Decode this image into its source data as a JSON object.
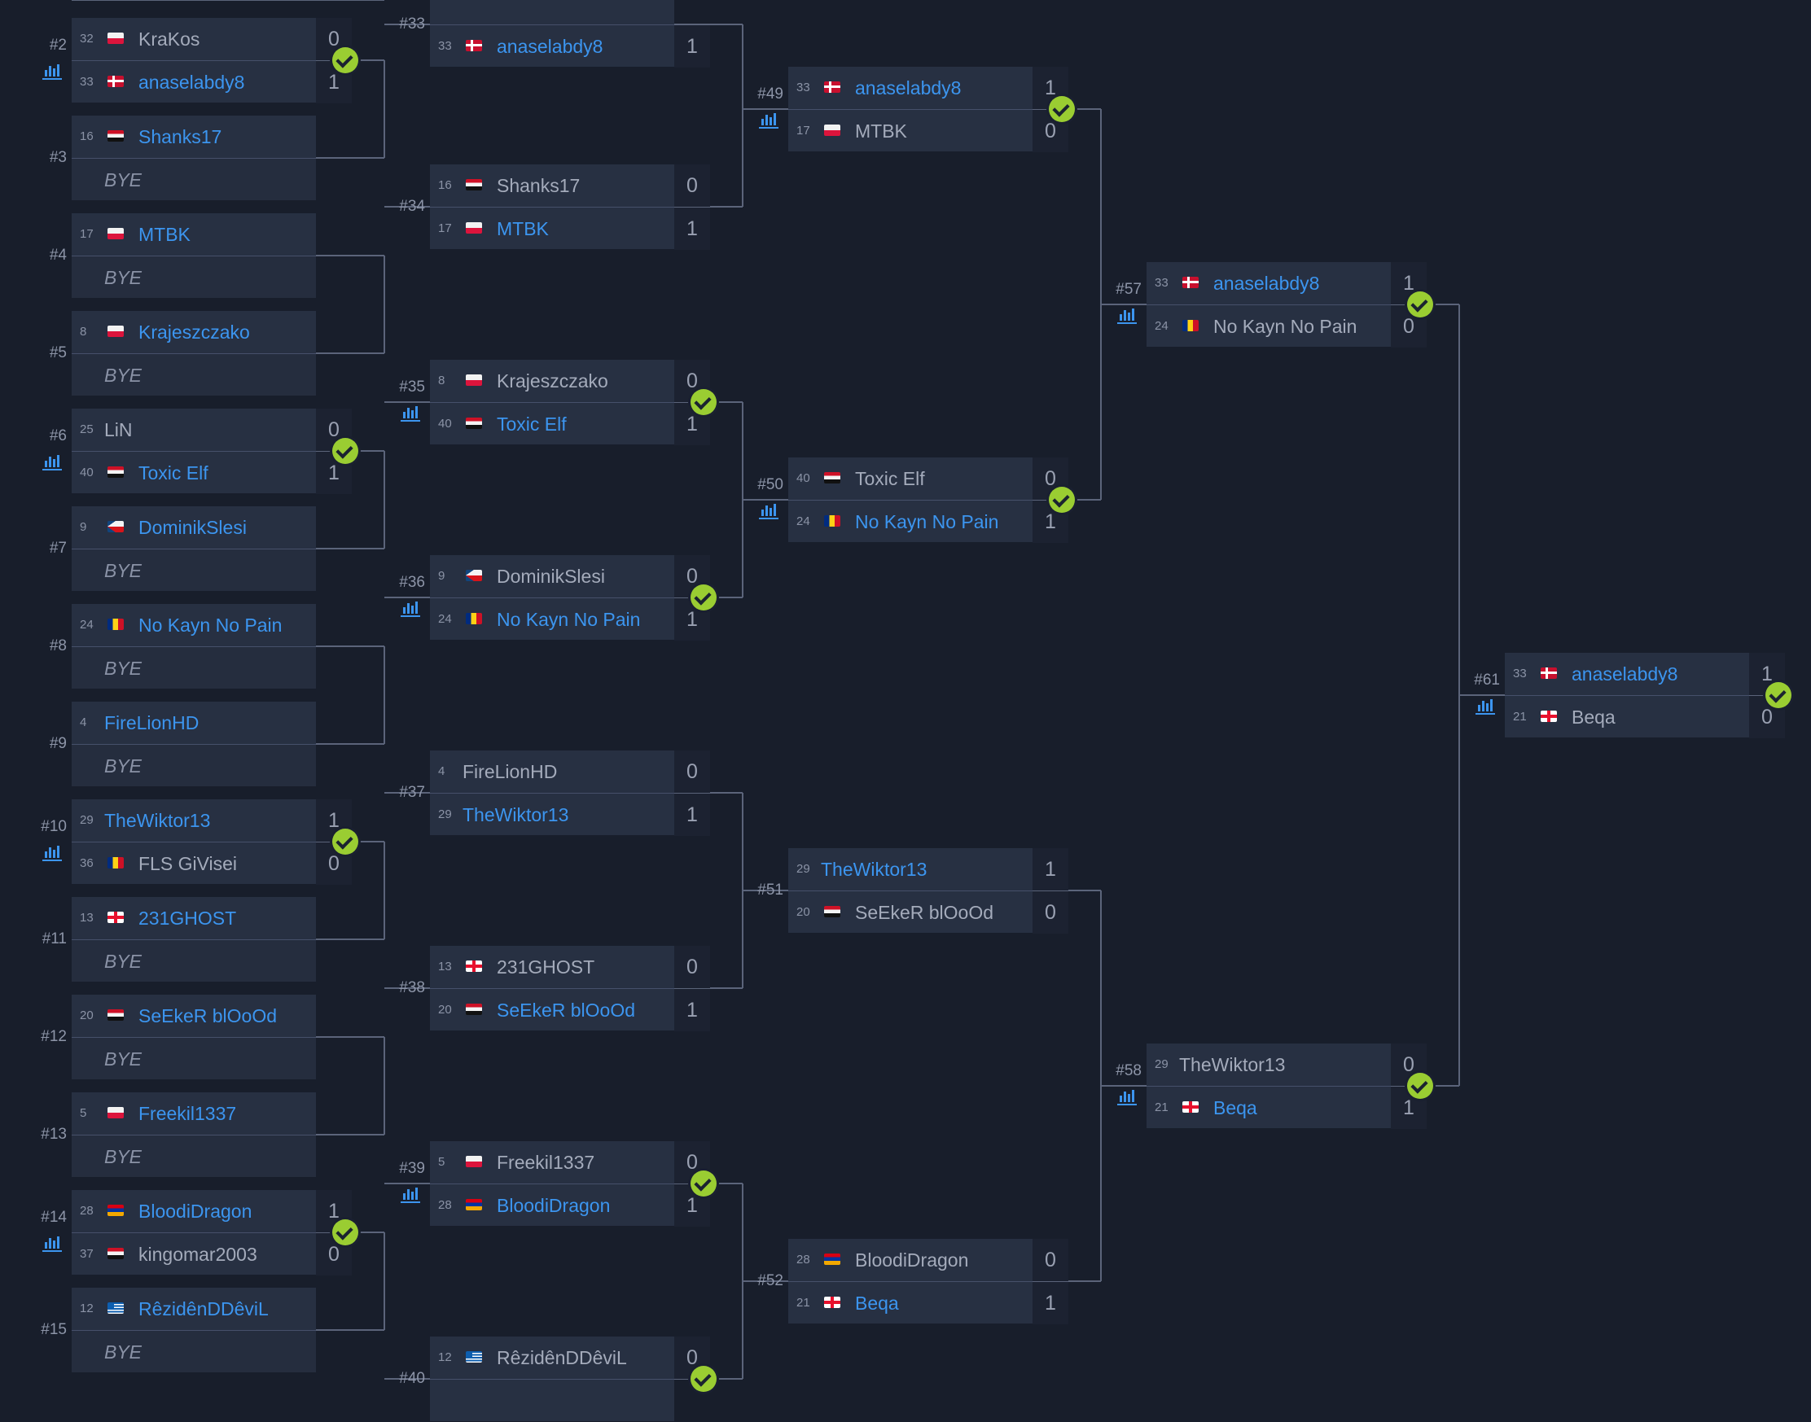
{
  "rounds": [
    {
      "matches": [
        {
          "label": "#2",
          "stats": true,
          "winner": 1,
          "p1": {
            "seed": "32",
            "flag": "pl",
            "name": "KraKos",
            "score": "0"
          },
          "p2": {
            "seed": "33",
            "flag": "dk",
            "name": "anaselabdy8",
            "score": "1"
          }
        },
        {
          "label": "#3",
          "stats": false,
          "winner": 0,
          "p1": {
            "seed": "16",
            "flag": "eg",
            "name": "Shanks17",
            "score": ""
          },
          "p2": {
            "bye": true,
            "name": "BYE"
          }
        },
        {
          "label": "#4",
          "stats": false,
          "winner": 0,
          "p1": {
            "seed": "17",
            "flag": "pl",
            "name": "MTBK",
            "score": ""
          },
          "p2": {
            "bye": true,
            "name": "BYE"
          }
        },
        {
          "label": "#5",
          "stats": false,
          "winner": 0,
          "p1": {
            "seed": "8",
            "flag": "pl",
            "name": "Krajeszczako",
            "score": ""
          },
          "p2": {
            "bye": true,
            "name": "BYE"
          }
        },
        {
          "label": "#6",
          "stats": true,
          "winner": 1,
          "p1": {
            "seed": "25",
            "flag": "",
            "name": "LiN",
            "score": "0"
          },
          "p2": {
            "seed": "40",
            "flag": "eg",
            "name": "Toxic Elf",
            "score": "1"
          }
        },
        {
          "label": "#7",
          "stats": false,
          "winner": 0,
          "p1": {
            "seed": "9",
            "flag": "cz",
            "name": "DominikSlesi",
            "score": ""
          },
          "p2": {
            "bye": true,
            "name": "BYE"
          }
        },
        {
          "label": "#8",
          "stats": false,
          "winner": 0,
          "p1": {
            "seed": "24",
            "flag": "ro",
            "name": "No Kayn No Pain",
            "score": ""
          },
          "p2": {
            "bye": true,
            "name": "BYE"
          }
        },
        {
          "label": "#9",
          "stats": false,
          "winner": 0,
          "p1": {
            "seed": "4",
            "flag": "",
            "name": "FireLionHD",
            "score": ""
          },
          "p2": {
            "bye": true,
            "name": "BYE"
          }
        },
        {
          "label": "#10",
          "stats": true,
          "winner": 0,
          "p1": {
            "seed": "29",
            "flag": "",
            "name": "TheWiktor13",
            "score": "1"
          },
          "p2": {
            "seed": "36",
            "flag": "ro",
            "name": "FLS GiVisei",
            "score": "0"
          }
        },
        {
          "label": "#11",
          "stats": false,
          "winner": 0,
          "p1": {
            "seed": "13",
            "flag": "ge",
            "name": "231GHOST",
            "score": ""
          },
          "p2": {
            "bye": true,
            "name": "BYE"
          }
        },
        {
          "label": "#12",
          "stats": false,
          "winner": 0,
          "p1": {
            "seed": "20",
            "flag": "eg",
            "name": "SeEkeR blOoOd",
            "score": ""
          },
          "p2": {
            "bye": true,
            "name": "BYE"
          }
        },
        {
          "label": "#13",
          "stats": false,
          "winner": 0,
          "p1": {
            "seed": "5",
            "flag": "pl",
            "name": "Freekil1337",
            "score": ""
          },
          "p2": {
            "bye": true,
            "name": "BYE"
          }
        },
        {
          "label": "#14",
          "stats": true,
          "winner": 0,
          "p1": {
            "seed": "28",
            "flag": "am",
            "name": "BloodiDragon",
            "score": "1"
          },
          "p2": {
            "seed": "37",
            "flag": "eg",
            "name": "kingomar2003",
            "score": "0"
          }
        },
        {
          "label": "#15",
          "stats": false,
          "winner": 0,
          "p1": {
            "seed": "12",
            "flag": "gr",
            "name": "RêzidênDDêviL",
            "score": ""
          },
          "p2": {
            "bye": true,
            "name": "BYE"
          }
        }
      ]
    },
    {
      "matches": [
        {
          "label": "#33",
          "stats": false,
          "winner": 1,
          "p1": {
            "seed": "",
            "flag": "",
            "name": "",
            "score": ""
          },
          "p2": {
            "seed": "33",
            "flag": "dk",
            "name": "anaselabdy8",
            "score": "1"
          }
        },
        {
          "label": "#34",
          "stats": false,
          "winner": 1,
          "p1": {
            "seed": "16",
            "flag": "eg",
            "name": "Shanks17",
            "score": "0"
          },
          "p2": {
            "seed": "17",
            "flag": "pl",
            "name": "MTBK",
            "score": "1"
          }
        },
        {
          "label": "#35",
          "stats": true,
          "winner": 1,
          "p1": {
            "seed": "8",
            "flag": "pl",
            "name": "Krajeszczako",
            "score": "0"
          },
          "p2": {
            "seed": "40",
            "flag": "eg",
            "name": "Toxic Elf",
            "score": "1"
          }
        },
        {
          "label": "#36",
          "stats": true,
          "winner": 1,
          "p1": {
            "seed": "9",
            "flag": "cz",
            "name": "DominikSlesi",
            "score": "0"
          },
          "p2": {
            "seed": "24",
            "flag": "ro",
            "name": "No Kayn No Pain",
            "score": "1"
          }
        },
        {
          "label": "#37",
          "stats": false,
          "winner": 1,
          "p1": {
            "seed": "4",
            "flag": "",
            "name": "FireLionHD",
            "score": "0"
          },
          "p2": {
            "seed": "29",
            "flag": "",
            "name": "TheWiktor13",
            "score": "1"
          }
        },
        {
          "label": "#38",
          "stats": false,
          "winner": 1,
          "p1": {
            "seed": "13",
            "flag": "ge",
            "name": "231GHOST",
            "score": "0"
          },
          "p2": {
            "seed": "20",
            "flag": "eg",
            "name": "SeEkeR blOoOd",
            "score": "1"
          }
        },
        {
          "label": "#39",
          "stats": true,
          "winner": 1,
          "p1": {
            "seed": "5",
            "flag": "pl",
            "name": "Freekil1337",
            "score": "0"
          },
          "p2": {
            "seed": "28",
            "flag": "am",
            "name": "BloodiDragon",
            "score": "1"
          }
        },
        {
          "label": "#40",
          "stats": false,
          "winner": 1,
          "p1": {
            "seed": "12",
            "flag": "gr",
            "name": "RêzidênDDêviL",
            "score": "0"
          },
          "p2": {
            "seed": "",
            "flag": "",
            "name": "",
            "score": ""
          }
        }
      ]
    },
    {
      "matches": [
        {
          "label": "#49",
          "stats": true,
          "winner": 0,
          "p1": {
            "seed": "33",
            "flag": "dk",
            "name": "anaselabdy8",
            "score": "1"
          },
          "p2": {
            "seed": "17",
            "flag": "pl",
            "name": "MTBK",
            "score": "0"
          }
        },
        {
          "label": "#50",
          "stats": true,
          "winner": 1,
          "p1": {
            "seed": "40",
            "flag": "eg",
            "name": "Toxic Elf",
            "score": "0"
          },
          "p2": {
            "seed": "24",
            "flag": "ro",
            "name": "No Kayn No Pain",
            "score": "1"
          }
        },
        {
          "label": "#51",
          "stats": false,
          "winner": 0,
          "p1": {
            "seed": "29",
            "flag": "",
            "name": "TheWiktor13",
            "score": "1"
          },
          "p2": {
            "seed": "20",
            "flag": "eg",
            "name": "SeEkeR blOoOd",
            "score": "0"
          }
        },
        {
          "label": "#52",
          "stats": false,
          "winner": 1,
          "p1": {
            "seed": "28",
            "flag": "am",
            "name": "BloodiDragon",
            "score": "0"
          },
          "p2": {
            "seed": "21",
            "flag": "ge",
            "name": "Beqa",
            "score": "1"
          }
        }
      ]
    },
    {
      "matches": [
        {
          "label": "#57",
          "stats": true,
          "winner": 0,
          "p1": {
            "seed": "33",
            "flag": "dk",
            "name": "anaselabdy8",
            "score": "1"
          },
          "p2": {
            "seed": "24",
            "flag": "ro",
            "name": "No Kayn No Pain",
            "score": "0"
          }
        },
        {
          "label": "#58",
          "stats": true,
          "winner": 1,
          "p1": {
            "seed": "29",
            "flag": "",
            "name": "TheWiktor13",
            "score": "0"
          },
          "p2": {
            "seed": "21",
            "flag": "ge",
            "name": "Beqa",
            "score": "1"
          }
        }
      ]
    },
    {
      "matches": [
        {
          "label": "#61",
          "stats": true,
          "winner": 0,
          "p1": {
            "seed": "33",
            "flag": "dk",
            "name": "anaselabdy8",
            "score": "1"
          },
          "p2": {
            "seed": "21",
            "flag": "ge",
            "name": "Beqa",
            "score": "0"
          }
        }
      ]
    }
  ]
}
